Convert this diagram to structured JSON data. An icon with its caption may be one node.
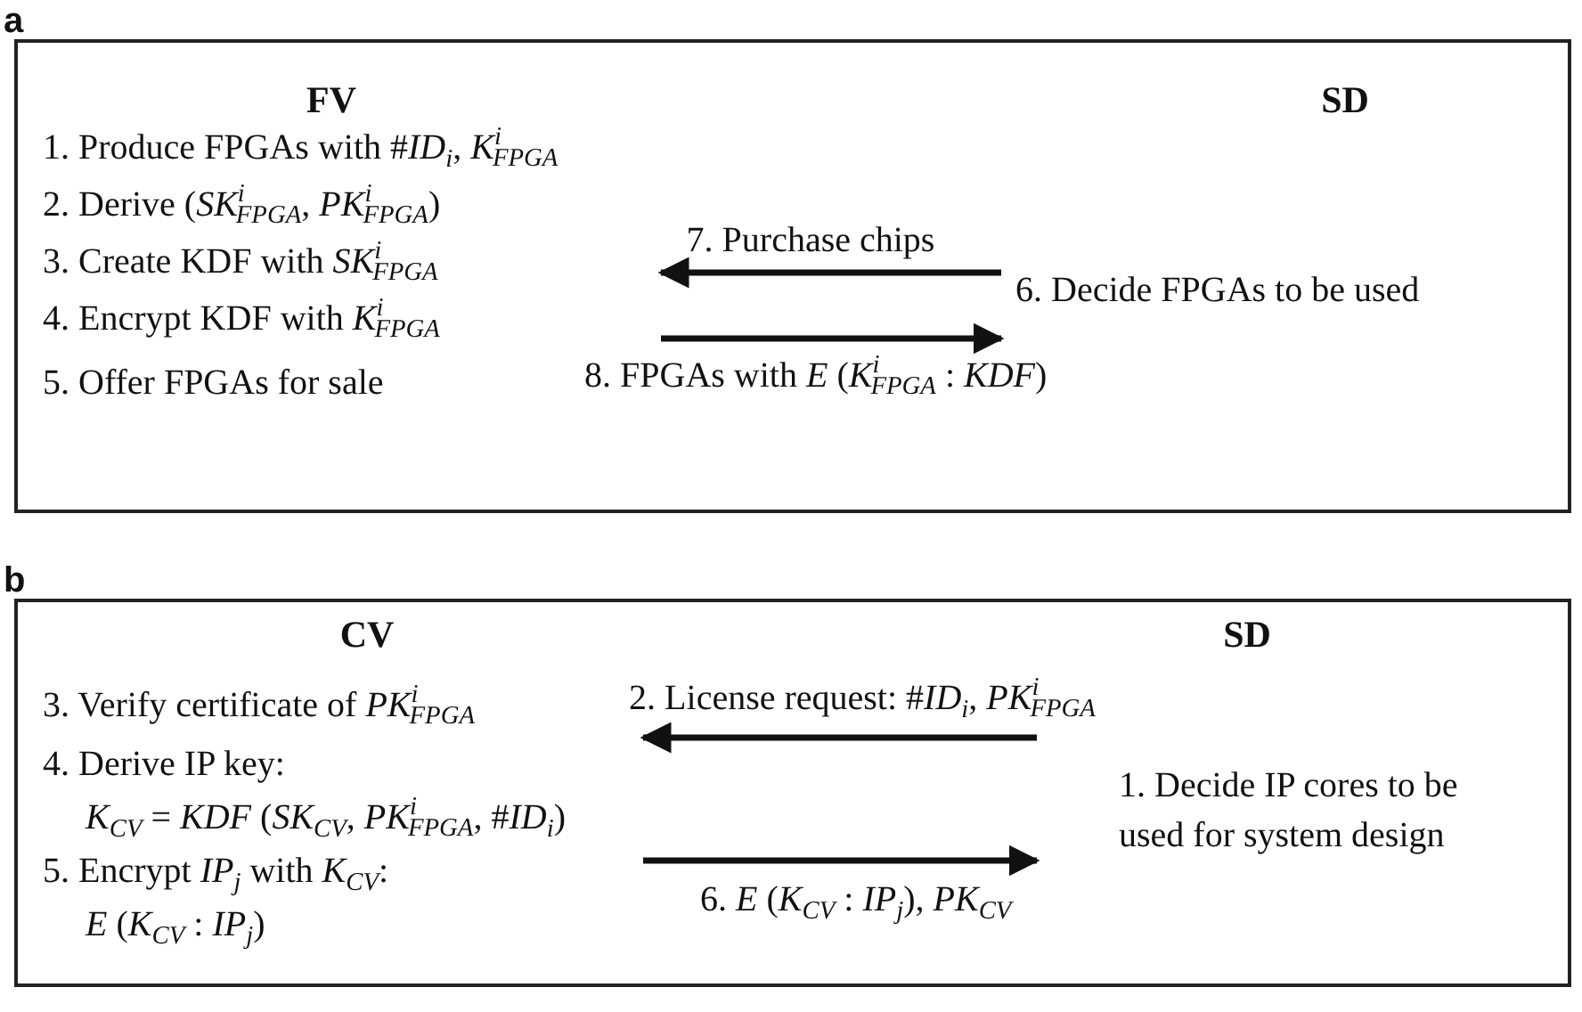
{
  "diagram": {
    "nodes": [
      {
        "text": [],
        "shape": "box"
      },
      {
        "text": [
          "FV",
          "1. Produce FPGAs with #*ID*$_{i}$, *K*$^{i}$$_{FPGA}$",
          "2. Derive (*SK*$^{i}$$_{FPGA}$, *PK*$^{i}$$_{FPGA}$)",
          "3. Create KDF with *SK*$^{i}$$_{FPGA}$",
          "4. Encrypt KDF with *K*$^{i}$$_{FPGA}$",
          "5. Offer FPGAs for sale"
        ],
        "in": 0
      },
      {
        "text": [
          "SD",
          "6. Decide FPGAs to be used"
        ],
        "in": 0
      },
      {
        "text": [],
        "shape": "box"
      },
      {
        "text": [
          "CV",
          "3. Verify certificate of  *PK*$^{i}$$_{FPGA}$",
          "4. Derive IP key:",
          "*K*$_{CV}$ = *KDF* (*SK*$_{CV}$, *PK*$^{i}$$_{FPGA}$, #*ID*$_{i}$)",
          "5. Encrypt *IP*$_{j}$ with *K*$_{CV}$:",
          "*E* (*K*$_{CV}$ : *IP*$_{j}$)"
        ],
        "in": 3
      },
      {
        "text": [
          "SD",
          "1. Decide IP cores to be used for system design"
        ],
        "in": 3
      }
    ],
    "edges": [
      {
        "from": 2,
        "to": 1,
        "arrow": "to",
        "label": "7. Purchase chips"
      },
      {
        "from": 1,
        "to": 2,
        "arrow": "to",
        "label": "8. FPGAs with *E* (*K*$^{i}$$_{FPGA}$ : *KDF*)"
      },
      {
        "from": 5,
        "to": 4,
        "arrow": "to",
        "label": "2. License request: #*ID*$_{i}$, *PK*$^{i}$$_{FPGA}$"
      },
      {
        "from": 4,
        "to": 5,
        "arrow": "to",
        "label": "6. *E* (*K*$_{CV}$ : *IP*$_{j}$), *PK*$_{CV}$"
      }
    ],
    "labels": [
      "a",
      "b"
    ]
  }
}
